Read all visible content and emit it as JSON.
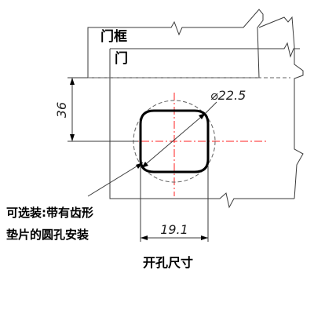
{
  "labels": {
    "door_frame": "门框",
    "door": "门",
    "diameter": "⌀22.5",
    "height": "36",
    "width": "19.1",
    "note_line1": "可选装:带有齿形",
    "note_line2": "垫片的圆孔安装",
    "caption": "开孔尺寸"
  },
  "colors": {
    "outline": "#3a3a3a",
    "hole": "#000000",
    "centerline": "#ff2020",
    "hidden": "#606060"
  }
}
